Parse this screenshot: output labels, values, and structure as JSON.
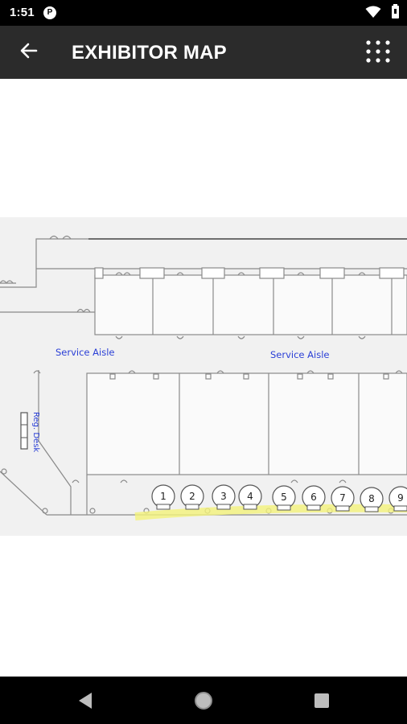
{
  "status_bar": {
    "time": "1:51",
    "notification_badge": "P",
    "icons": [
      "wifi-icon",
      "battery-icon"
    ]
  },
  "app_bar": {
    "title": "EXHIBITOR MAP",
    "back_icon": "arrow-back-icon",
    "menu_icon": "apps-grid-icon",
    "background": "#2b2b2b"
  },
  "map": {
    "labels": {
      "service_aisle_left": "Service Aisle",
      "service_aisle_right": "Service Aisle",
      "reg_desk": "Reg. Desk"
    },
    "booths": [
      "1",
      "2",
      "3",
      "4",
      "5",
      "6",
      "7",
      "8",
      "9"
    ],
    "label_color": "#2a3fd6",
    "highlight_color": "#f4f27a"
  },
  "nav_bar": {
    "buttons": [
      "back-triangle-icon",
      "home-circle-icon",
      "recents-square-icon"
    ]
  }
}
